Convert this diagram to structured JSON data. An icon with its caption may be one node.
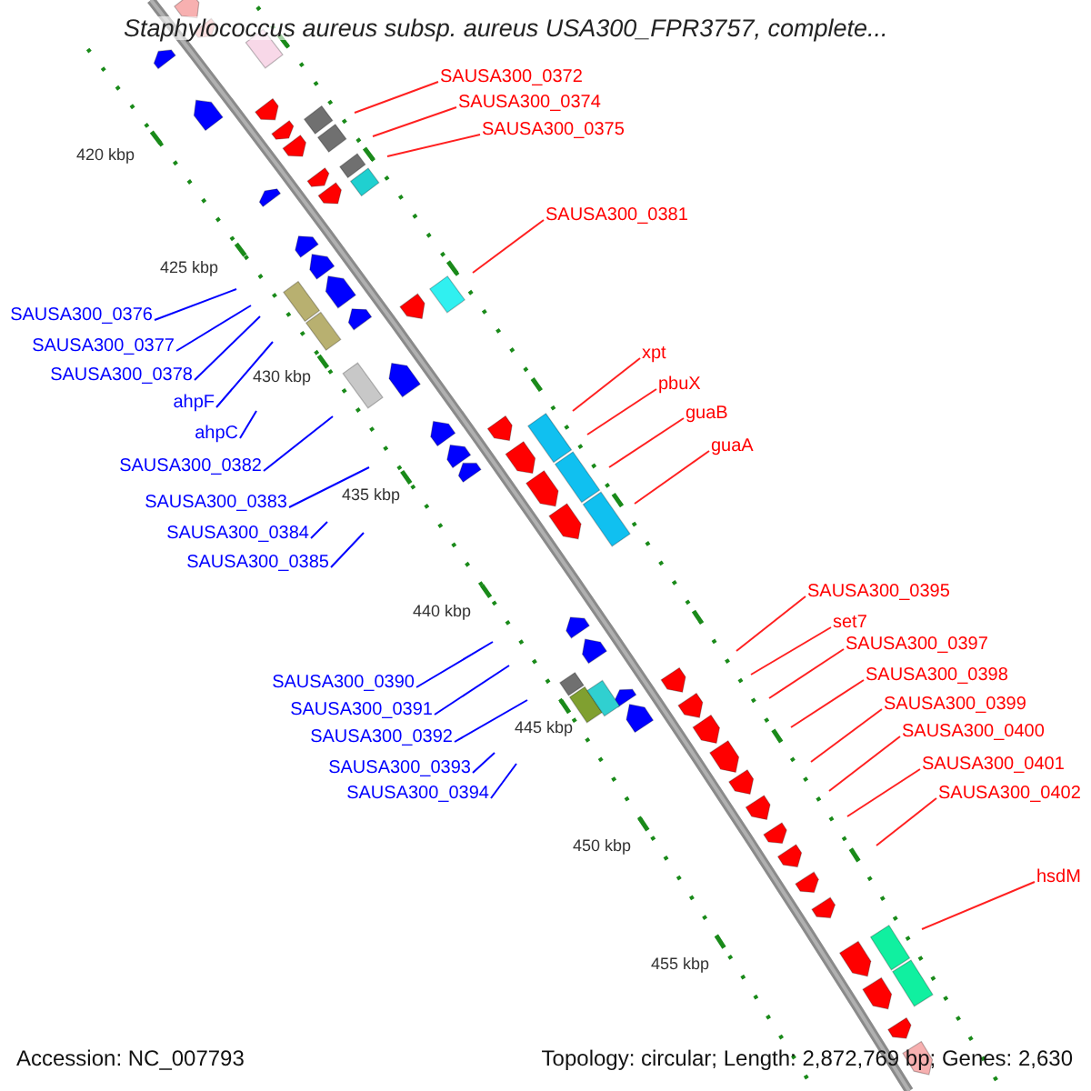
{
  "diagram": {
    "title": "Staphylococcus aureus subsp. aureus USA300_FPR3757, complete...",
    "nodes": [
      {
        "text": [
          "SAUSA300_0372"
        ]
      },
      {
        "text": [
          "SAUSA300_0374"
        ]
      },
      {
        "text": [
          "SAUSA300_0375"
        ]
      },
      {
        "text": [
          "SAUSA300_0381"
        ]
      },
      {
        "text": [
          "SAUSA300_0376"
        ]
      },
      {
        "text": [
          "SAUSA300_0377"
        ]
      },
      {
        "text": [
          "xpt"
        ]
      },
      {
        "text": [
          "SAUSA300_0378"
        ]
      },
      {
        "text": [
          "pbuX"
        ]
      },
      {
        "text": [
          "ahpF"
        ]
      },
      {
        "text": [
          "guaB"
        ]
      },
      {
        "text": [
          "ahpC"
        ]
      },
      {
        "text": [
          "guaA"
        ]
      },
      {
        "text": [
          "SAUSA300_0382"
        ]
      },
      {
        "text": [
          "SAUSA300_0383"
        ]
      },
      {
        "text": [
          "SAUSA300_0384"
        ]
      },
      {
        "text": [
          "SAUSA300_0385"
        ]
      },
      {
        "text": [
          "SAUSA300_0395"
        ]
      },
      {
        "text": [
          "set7"
        ]
      },
      {
        "text": [
          "SAUSA300_0397"
        ]
      },
      {
        "text": [
          "SAUSA300_0398"
        ]
      },
      {
        "text": [
          "SAUSA300_0390"
        ]
      },
      {
        "text": [
          "SAUSA300_0399"
        ]
      },
      {
        "text": [
          "SAUSA300_0391"
        ]
      },
      {
        "text": [
          "SAUSA300_0400"
        ]
      },
      {
        "text": [
          "SAUSA300_0392"
        ]
      },
      {
        "text": [
          "SAUSA300_0401"
        ]
      },
      {
        "text": [
          "SAUSA300_0393"
        ]
      },
      {
        "text": [
          "SAUSA300_0402"
        ]
      },
      {
        "text": [
          "SAUSA300_0394"
        ]
      },
      {
        "text": [
          "hsdM"
        ]
      }
    ],
    "edges": [
      {
        "from": 0,
        "to": null,
        "arrow": "none"
      },
      {
        "from": 1,
        "to": null,
        "arrow": "none"
      },
      {
        "from": 2,
        "to": null,
        "arrow": "none"
      },
      {
        "from": 3,
        "to": null,
        "arrow": "none"
      },
      {
        "from": 4,
        "to": null,
        "arrow": "none",
        "color": "#0000ff"
      },
      {
        "from": 5,
        "to": null,
        "arrow": "none",
        "color": "#0000ff"
      },
      {
        "from": 6,
        "to": null,
        "arrow": "none"
      },
      {
        "from": 7,
        "to": null,
        "arrow": "none",
        "color": "#0000ff"
      },
      {
        "from": 8,
        "to": null,
        "arrow": "none"
      },
      {
        "from": 9,
        "to": null,
        "arrow": "none",
        "color": "#0000ff"
      },
      {
        "from": 10,
        "to": null,
        "arrow": "none"
      },
      {
        "from": 11,
        "to": null,
        "arrow": "none",
        "color": "#0000ff"
      },
      {
        "from": 12,
        "to": null,
        "arrow": "none"
      },
      {
        "from": 13,
        "to": null,
        "arrow": "none",
        "color": "#0000ff"
      },
      {
        "from": 14,
        "to": null,
        "arrow": "none",
        "color": "#0000ff"
      },
      {
        "from": 15,
        "to": null,
        "arrow": "none",
        "color": "#0000ff"
      },
      {
        "from": 16,
        "to": null,
        "arrow": "none",
        "color": "#0000ff"
      },
      {
        "from": 17,
        "to": null,
        "arrow": "none"
      },
      {
        "from": 18,
        "to": null,
        "arrow": "none"
      },
      {
        "from": 19,
        "to": null,
        "arrow": "none"
      },
      {
        "from": 20,
        "to": null,
        "arrow": "none"
      },
      {
        "from": 21,
        "to": null,
        "arrow": "none",
        "color": "#0000ff"
      },
      {
        "from": 22,
        "to": null,
        "arrow": "none"
      },
      {
        "from": 23,
        "to": null,
        "arrow": "none",
        "color": "#0000ff"
      },
      {
        "from": 24,
        "to": null,
        "arrow": "none"
      },
      {
        "from": 25,
        "to": null,
        "arrow": "none",
        "color": "#0000ff"
      },
      {
        "from": 26,
        "to": null,
        "arrow": "none"
      },
      {
        "from": 27,
        "to": null,
        "arrow": "none",
        "color": "#0000ff"
      },
      {
        "from": 28,
        "to": null,
        "arrow": "none"
      },
      {
        "from": 29,
        "to": null,
        "arrow": "none",
        "color": "#0000ff"
      },
      {
        "from": 30,
        "to": null,
        "arrow": "none"
      }
    ],
    "labels": [
      "420 kbp",
      "425 kbp",
      "430 kbp",
      "435 kbp",
      "440 kbp",
      "445 kbp",
      "450 kbp",
      "455 kbp",
      "Accession: NC_007793",
      "Topology: circular; Length: 2,872,769 bp; Genes: 2,630"
    ]
  }
}
